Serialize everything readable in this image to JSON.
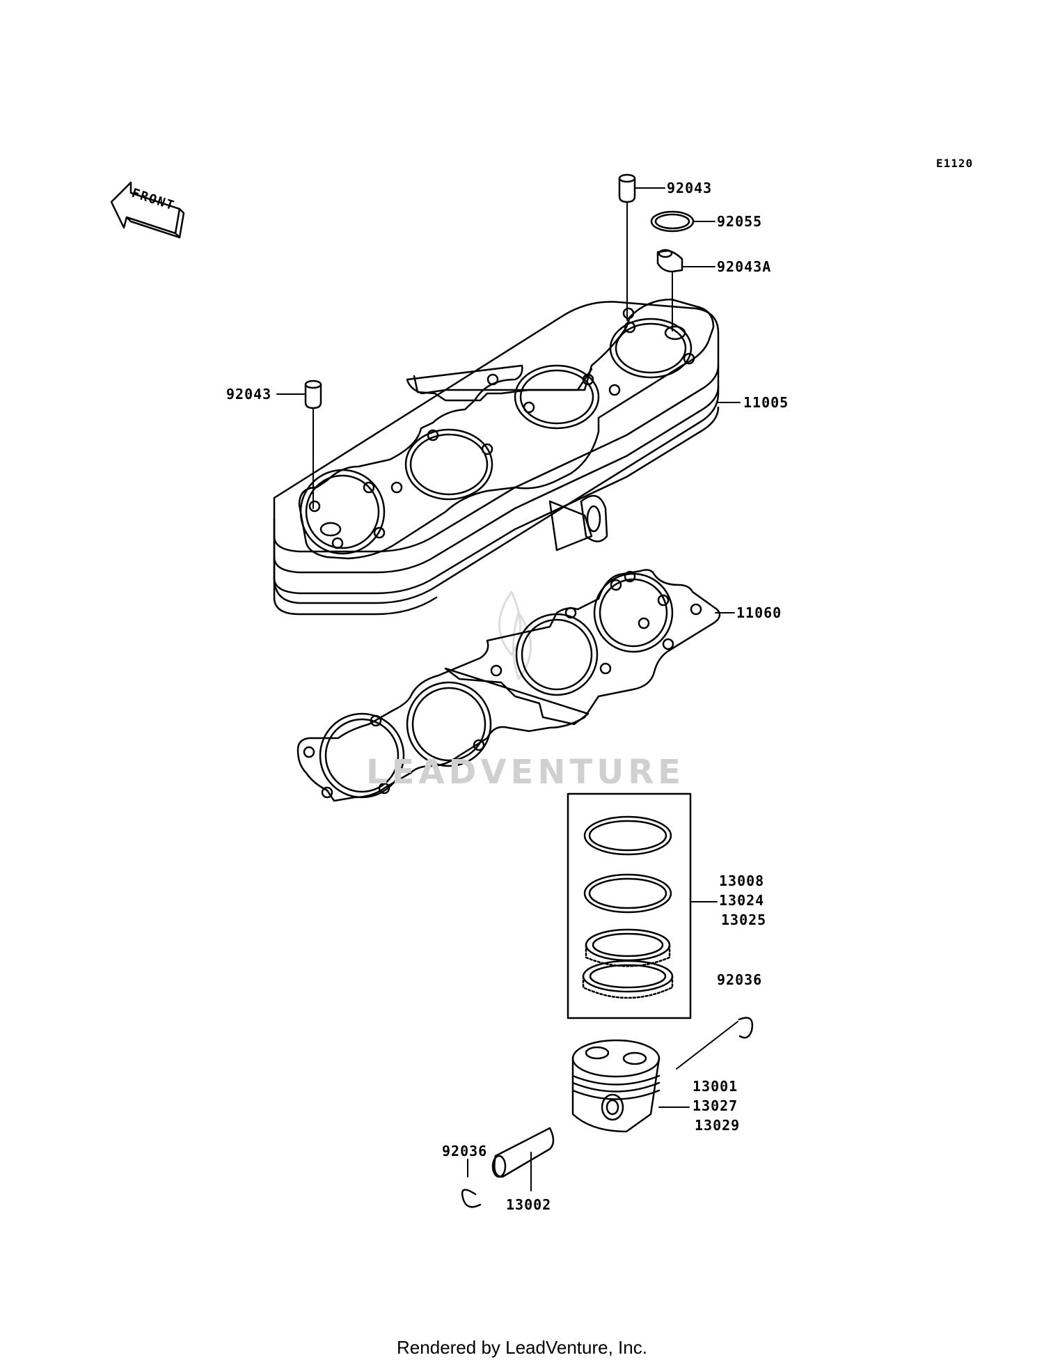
{
  "diagram_code": "E1120",
  "front_label": "FRONT",
  "watermark": "LEADVENTURE",
  "footer": "Rendered by LeadVenture, Inc.",
  "callouts": {
    "dowel_top": "92043",
    "oring": "92055",
    "dowel_a": "92043A",
    "dowel_left": "92043",
    "cylinder": "11005",
    "gasket": "11060",
    "rings": [
      "13008",
      "13024",
      "13025"
    ],
    "clip_right": "92036",
    "piston": [
      "13001",
      "13027",
      "13029"
    ],
    "clip_left": "92036",
    "pin": "13002"
  }
}
